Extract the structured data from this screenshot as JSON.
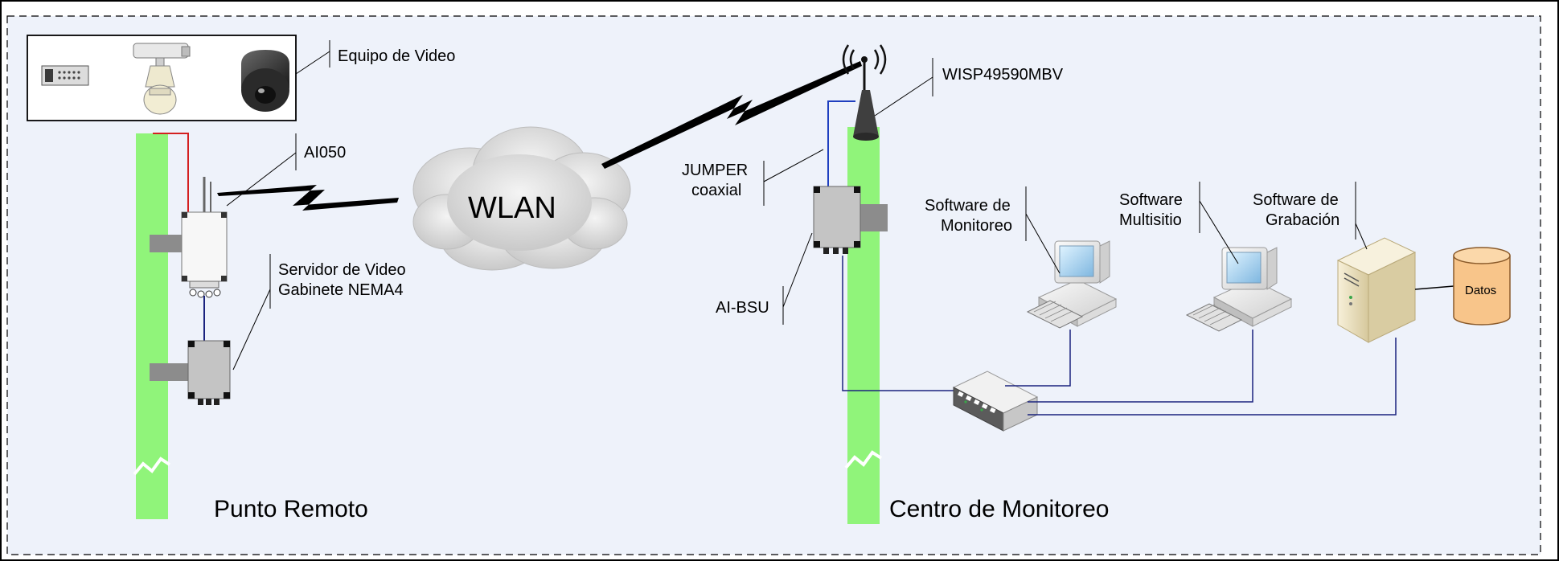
{
  "labels": {
    "equipo_video": "Equipo de Video",
    "ai050": "AI050",
    "servidor_line1": "Servidor de Video",
    "servidor_line2": "Gabinete NEMA4",
    "wlan": "WLAN",
    "wisp": "WISP49590MBV",
    "jumper_line1": "JUMPER",
    "jumper_line2": "coaxial",
    "ai_bsu": "AI-BSU",
    "sw_monitoreo_line1": "Software de",
    "sw_monitoreo_line2": "Monitoreo",
    "sw_multisitio_line1": "Software",
    "sw_multisitio_line2": "Multisitio",
    "sw_grabacion_line1": "Software de",
    "sw_grabacion_line2": "Grabación",
    "datos": "Datos",
    "punto_remoto": "Punto Remoto",
    "centro_monitoreo": "Centro de Monitoreo"
  },
  "colors": {
    "background": "#eef2fa",
    "pole": "#90f47a",
    "box_gray": "#c4c4c4",
    "coax_cable": "#1f3fbf",
    "power_cable": "#d42020",
    "network_cable": "#1a237e",
    "database": "#f8c58a",
    "server": "#eee4c8"
  }
}
